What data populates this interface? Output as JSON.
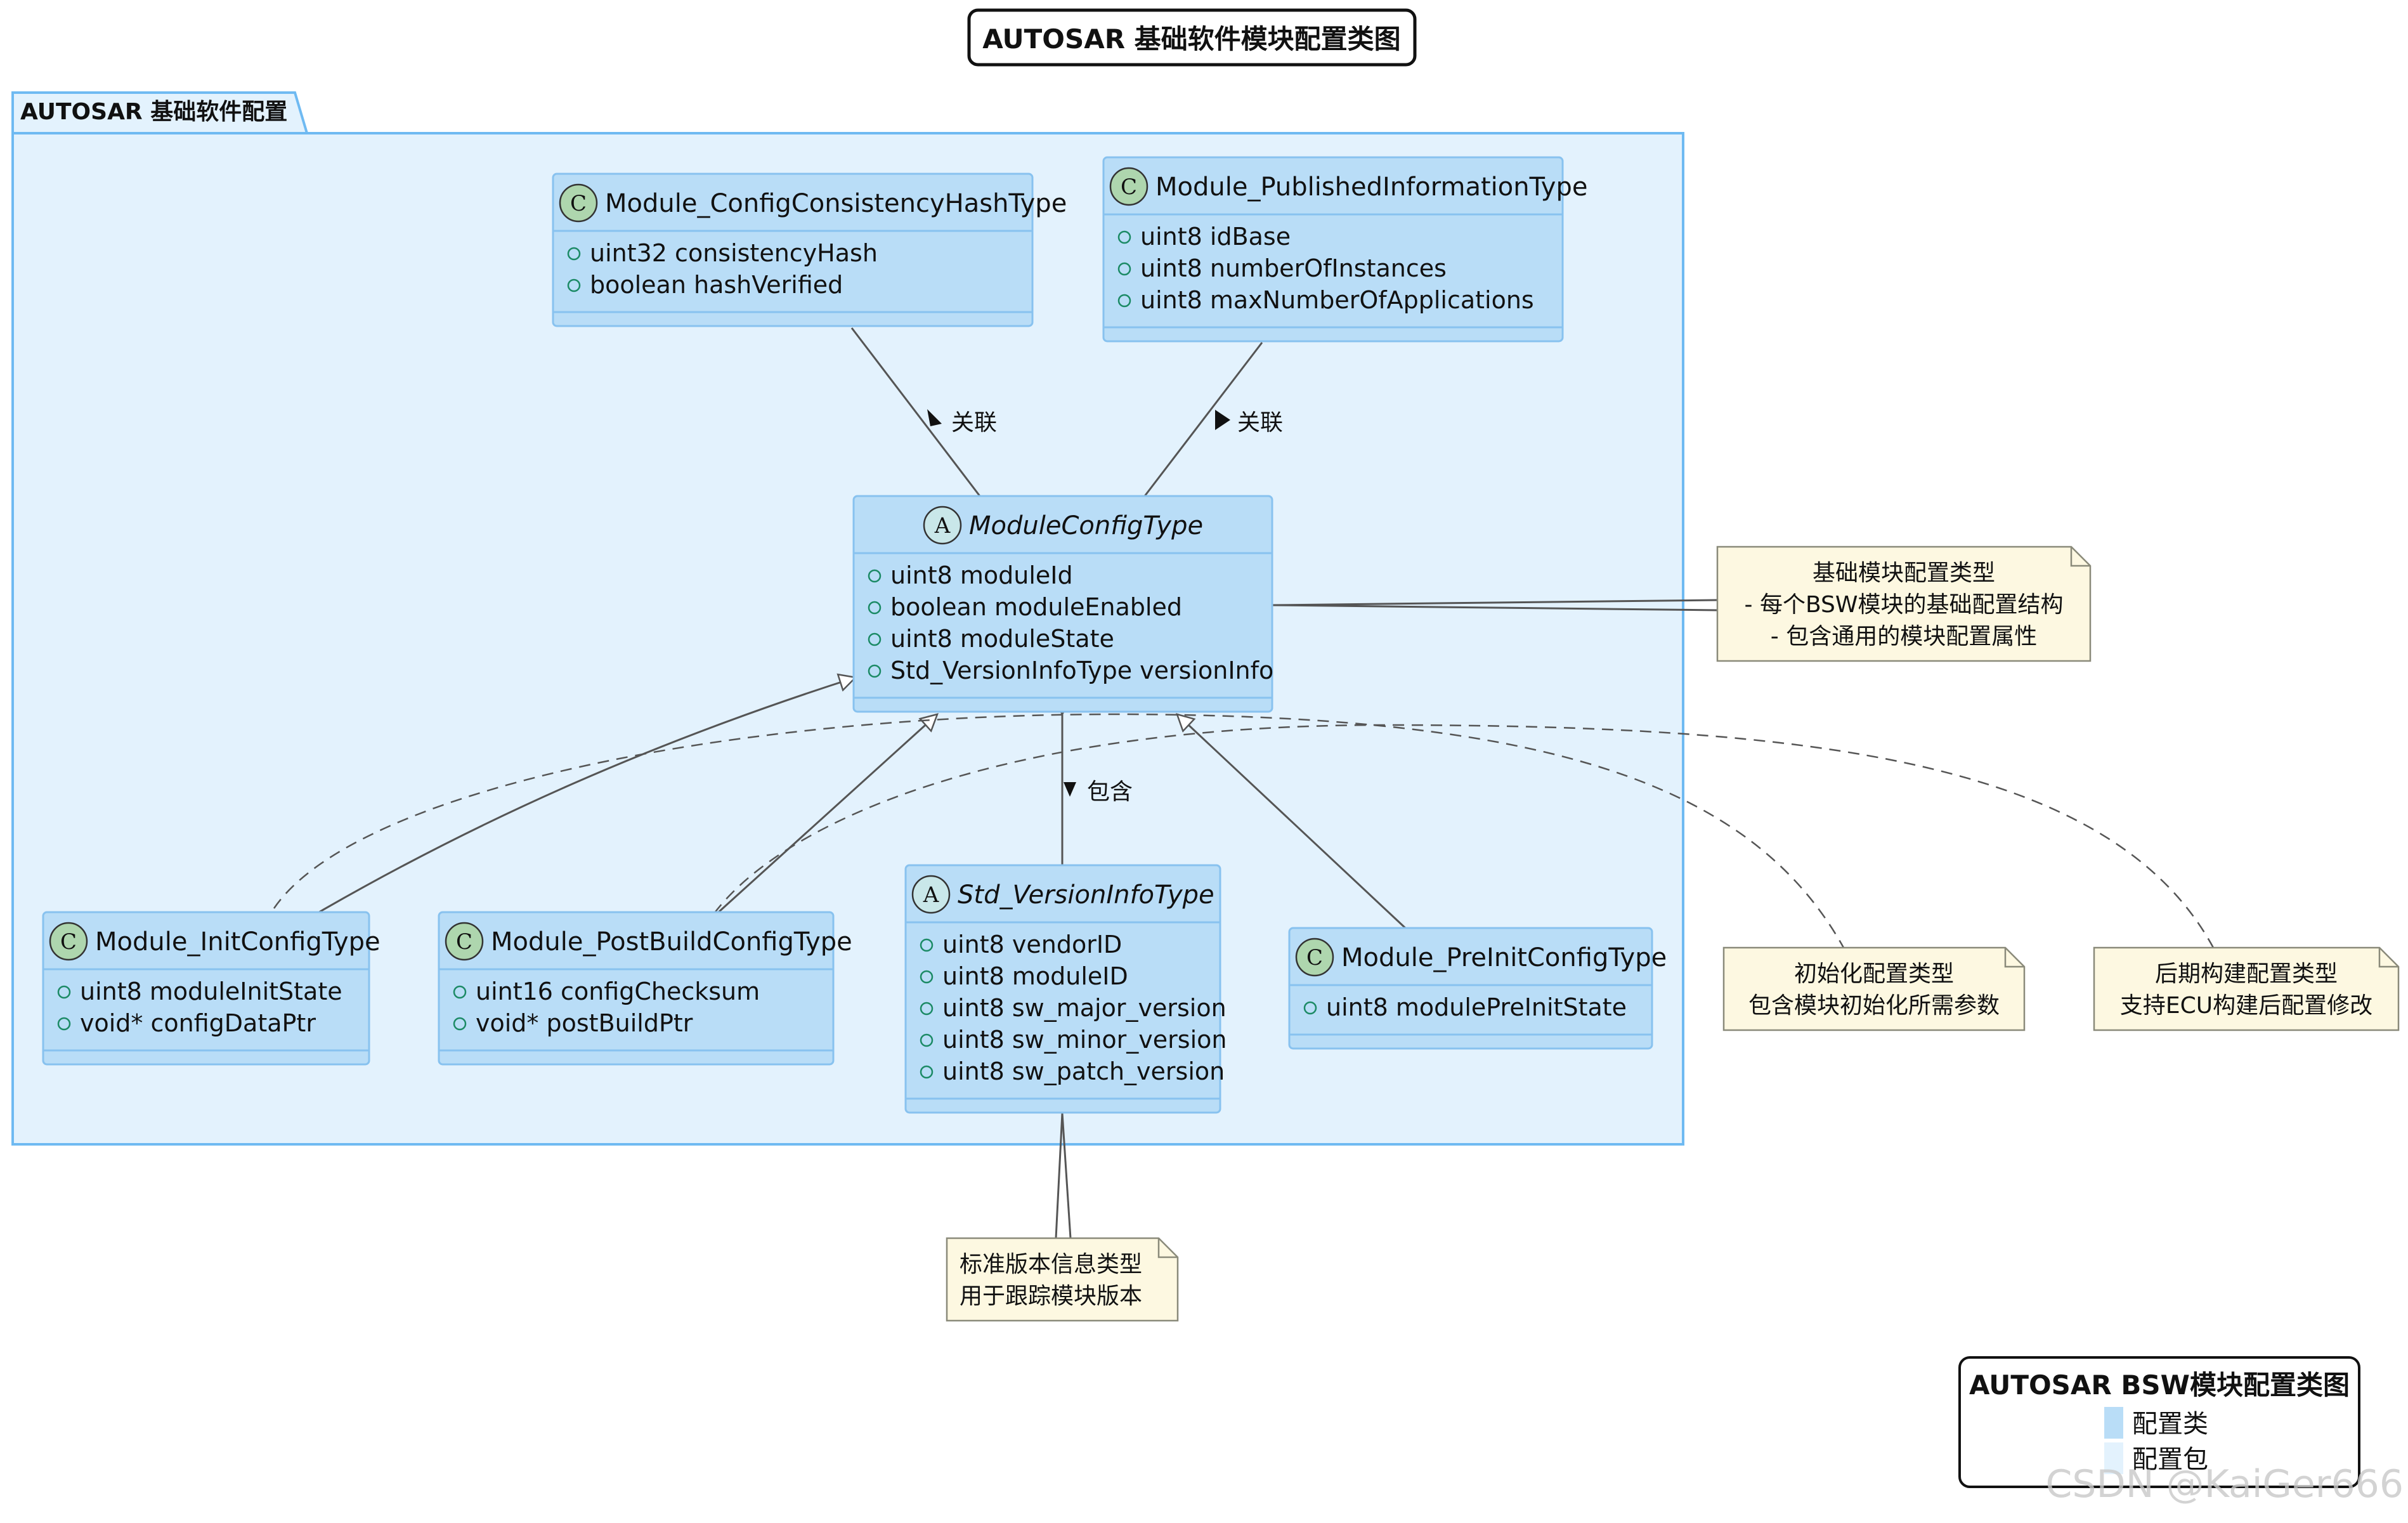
{
  "title": "AUTOSAR 基础软件模块配置类图",
  "package": {
    "label": "AUTOSAR 基础软件配置"
  },
  "colors": {
    "class_fill": "#b9ddf7",
    "class_stroke": "#88c2ef",
    "package_fill": "#e3f2fd",
    "package_stroke": "#6fbaf2",
    "note_fill": "#fdf8e1",
    "note_stroke": "#8a8a7a",
    "badge_class": "#aed6ae",
    "badge_abstract": "#c9e7e9",
    "visibility_marker": "#1b8a65",
    "line": "#555555"
  },
  "classes": {
    "hash": {
      "stereotype": "C",
      "name": "Module_ConfigConsistencyHashType",
      "fields": [
        "uint32 consistencyHash",
        "boolean hashVerified"
      ]
    },
    "published": {
      "stereotype": "C",
      "name": "Module_PublishedInformationType",
      "fields": [
        "uint8 idBase",
        "uint8 numberOfInstances",
        "uint8 maxNumberOfApplications"
      ]
    },
    "moduleconfig": {
      "stereotype": "A",
      "name": "ModuleConfigType",
      "fields": [
        "uint8 moduleId",
        "boolean moduleEnabled",
        "uint8 moduleState",
        "Std_VersionInfoType versionInfo"
      ]
    },
    "init": {
      "stereotype": "C",
      "name": "Module_InitConfigType",
      "fields": [
        "uint8 moduleInitState",
        "void* configDataPtr"
      ]
    },
    "postbuild": {
      "stereotype": "C",
      "name": "Module_PostBuildConfigType",
      "fields": [
        "uint16 configChecksum",
        "void* postBuildPtr"
      ]
    },
    "versioninfo": {
      "stereotype": "A",
      "name": "Std_VersionInfoType",
      "fields": [
        "uint8 vendorID",
        "uint8 moduleID",
        "uint8 sw_major_version",
        "uint8 sw_minor_version",
        "uint8 sw_patch_version"
      ]
    },
    "preinit": {
      "stereotype": "C",
      "name": "Module_PreInitConfigType",
      "fields": [
        "uint8 modulePreInitState"
      ]
    }
  },
  "relations": {
    "assoc_left": "关联",
    "assoc_right": "关联",
    "contains": "包含"
  },
  "notes": {
    "moduleconfig_note": [
      "基础模块配置类型",
      "- 每个BSW模块的基础配置结构",
      "- 包含通用的模块配置属性"
    ],
    "init_note": [
      "初始化配置类型",
      "包含模块初始化所需参数"
    ],
    "postbuild_note": [
      "后期构建配置类型",
      "支持ECU构建后配置修改"
    ],
    "version_note": [
      "标准版本信息类型",
      "用于跟踪模块版本"
    ]
  },
  "legend": {
    "title": "AUTOSAR BSW模块配置类图",
    "items": [
      {
        "label": "配置类",
        "color": "#b9ddf7"
      },
      {
        "label": "配置包",
        "color": "#e3f2fd"
      }
    ]
  },
  "watermark": "CSDN @KaiGer666"
}
